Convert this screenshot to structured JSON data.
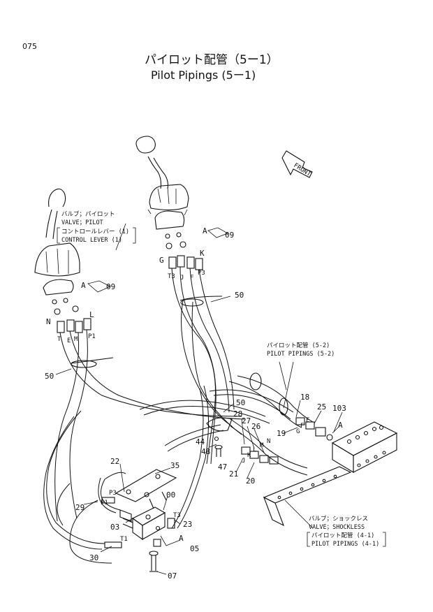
{
  "header": {
    "page_number": "075",
    "title_jp": "パイロット配管（5ー1）",
    "title_en": "Pilot Pipings (5ー1)"
  },
  "front_tag": "FRONT",
  "notes": {
    "left_lever": [
      "バルブ；パイロット",
      "VALVE；PILOT",
      "コントロールレバー (1)",
      "CONTROL LEVER (1)"
    ],
    "pilot_52": [
      "パイロット配管 (5-2)",
      "PILOT PIPINGS (5-2)"
    ],
    "shockless": [
      "バルブ；ショックレス",
      "VALVE；SHOCKLESS",
      "パイロット配管 (4-1)",
      "PILOT PIPINGS (4-1)"
    ]
  },
  "labels": {
    "l_09a": "09",
    "l_A1": "A",
    "l_G": "G",
    "l_K": "K",
    "l_T3a": "T3",
    "l_J": "J",
    "l_F": "F",
    "l_P3a": "P3",
    "l_09b": "09",
    "l_A2": "A",
    "l_N": "N",
    "l_L": "L",
    "l_T": "T",
    "l_E": "E",
    "l_M": "M",
    "l_P1a": "P1",
    "l_50a": "50",
    "l_50b": "50",
    "l_50c": "50",
    "l_18": "18",
    "l_25": "25",
    "l_103": "103",
    "l_E2": "E",
    "l_F2": "F",
    "l_G2": "G",
    "l_A3": "A",
    "l_19": "19",
    "l_28": "28",
    "l_27": "27",
    "l_26": "26",
    "l_N2": "N",
    "l_M2": "M",
    "l_L2": "L",
    "l_K2": "K",
    "l_J2": "J",
    "l_44": "44",
    "l_48": "48",
    "l_47": "47",
    "l_21": "21",
    "l_20": "20",
    "l_22": "22",
    "l_35": "35",
    "l_29": "29",
    "l_P3b": "P3",
    "l_P1b": "P1",
    "l_00": "00",
    "l_T3b": "T3",
    "l_23": "23",
    "l_03": "03",
    "l_A4": "A",
    "l_05": "05",
    "l_T1": "T1",
    "l_30": "30",
    "l_07": "07"
  }
}
